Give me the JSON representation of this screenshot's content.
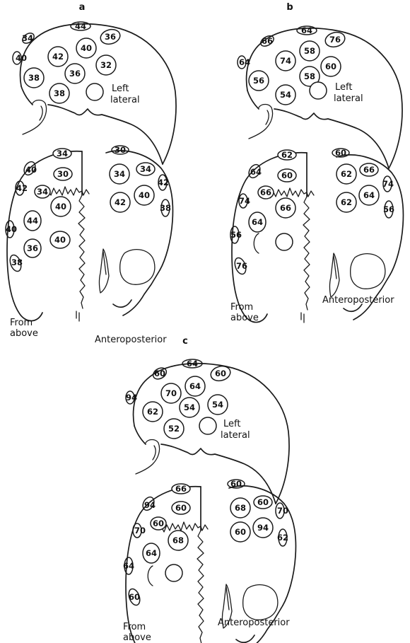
{
  "panels": [
    {
      "letter": "a",
      "lateral": {
        "label_line1": "Left",
        "label_line2": "lateral",
        "values": [
          "44",
          "34",
          "36",
          "40",
          "42",
          "40",
          "32",
          "38",
          "36",
          "38"
        ],
        "empty_circles": 1
      },
      "from_above": {
        "label_line1": "From",
        "label_line2": "above",
        "values": [
          "34",
          "40",
          "30",
          "42",
          "34",
          "40",
          "44",
          "40",
          "36",
          "40",
          "38"
        ]
      },
      "anteroposterior": {
        "label": "Anteroposterior",
        "values": [
          "30",
          "34",
          "34",
          "42",
          "40",
          "42",
          "38"
        ]
      }
    },
    {
      "letter": "b",
      "lateral": {
        "label_line1": "Left",
        "label_line2": "lateral",
        "values": [
          "64",
          "66",
          "76",
          "64",
          "74",
          "58",
          "60",
          "56",
          "58",
          "54"
        ],
        "empty_circles": 1
      },
      "from_above": {
        "label_line1": "From",
        "label_line2": "above",
        "values": [
          "62",
          "64",
          "60",
          "66",
          "74",
          "66",
          "64",
          "56",
          "76"
        ]
      },
      "anteroposterior": {
        "label": "Anteroposterior",
        "values": [
          "60",
          "62",
          "66",
          "74",
          "62",
          "64",
          "56"
        ]
      }
    },
    {
      "letter": "c",
      "lateral": {
        "label_line1": "Left",
        "label_line2": "lateral",
        "values": [
          "64",
          "60",
          "60",
          "94",
          "70",
          "64",
          "54",
          "62",
          "54",
          "52"
        ],
        "empty_circles": 1
      },
      "from_above": {
        "label_line1": "From",
        "label_line2": "above",
        "values": [
          "66",
          "94",
          "60",
          "60",
          "70",
          "64",
          "68",
          "64",
          "60"
        ]
      },
      "anteroposterior": {
        "label": "Anteroposterior",
        "values": [
          "60",
          "68",
          "60",
          "70",
          "60",
          "94",
          "62"
        ]
      }
    }
  ]
}
